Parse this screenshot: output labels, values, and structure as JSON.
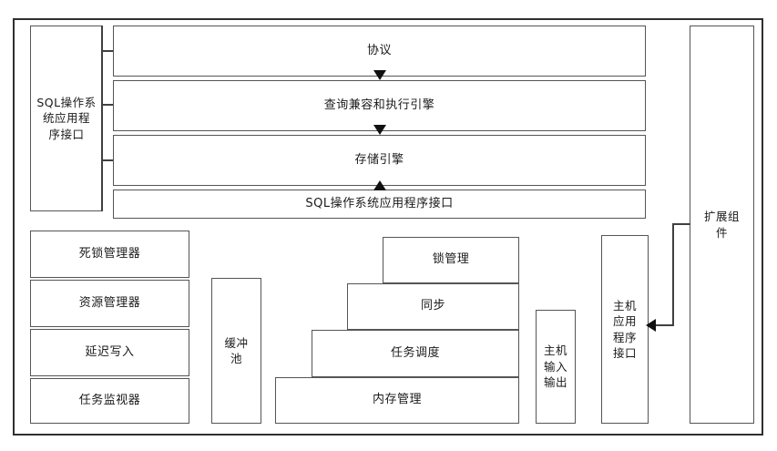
{
  "diagram": {
    "title": "SQL Operating System Architecture",
    "colors": {
      "frame_border": "#2f2f2f",
      "box_border": "#555555",
      "connector": "#404040",
      "background": "#ffffff",
      "text": "#1a1a1a"
    },
    "left_api": {
      "label": "SQL操作系\n统应用程\n序接口"
    },
    "stack": [
      {
        "label": "协议"
      },
      {
        "label": "查询兼容和执行引擎"
      },
      {
        "label": "存储引擎"
      },
      {
        "label": "SQL操作系统应用程序接口"
      }
    ],
    "left_column": [
      {
        "label": "死锁管理器"
      },
      {
        "label": "资源管理器"
      },
      {
        "label": "延迟写入"
      },
      {
        "label": "任务监视器"
      }
    ],
    "buffer_pool": {
      "label": "缓冲\n池"
    },
    "staircase": [
      {
        "label": "锁管理"
      },
      {
        "label": "同步"
      },
      {
        "label": "任务调度"
      },
      {
        "label": "内存管理"
      }
    ],
    "host_io": {
      "label": "主机\n输入\n输出"
    },
    "host_api": {
      "label": "主机\n应用\n程序\n接口"
    },
    "extension": {
      "label": "扩展组\n件"
    },
    "connectors": {
      "protocol_to_query": "arrow-down",
      "query_to_storage": "arrow-down",
      "sqlapi_to_storage": "arrow-up",
      "extension_to_host_api": "arrow-left"
    }
  }
}
